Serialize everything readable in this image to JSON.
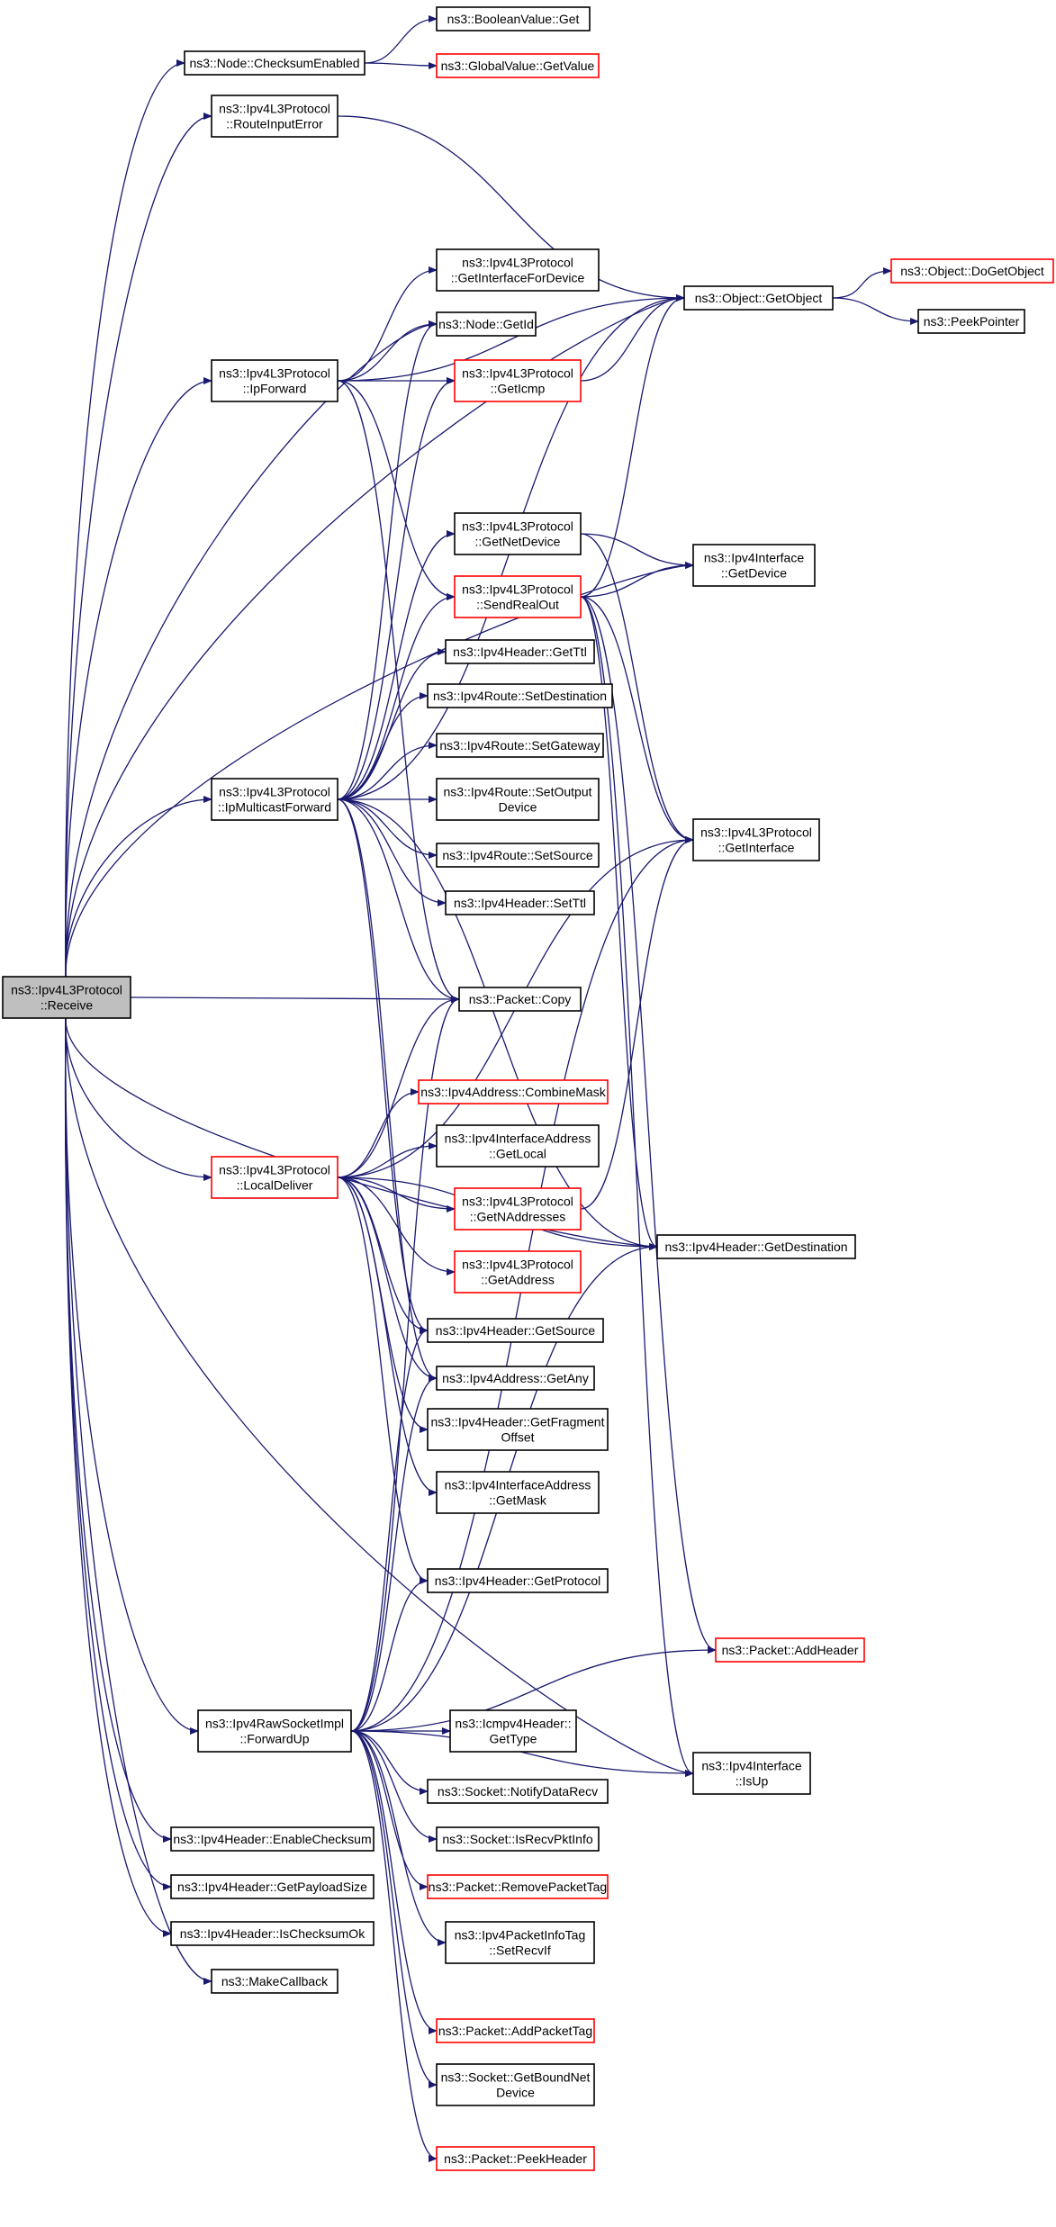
{
  "colors": {
    "edge": "#191970",
    "node_border": "#000000",
    "node_border_link": "#ff0000",
    "root_fill": "#bfbfbf",
    "node_fill": "#ffffff"
  },
  "nodes": [
    {
      "id": "receive",
      "lines": [
        "ns3::Ipv4L3Protocol",
        "::Receive"
      ],
      "kind": "root"
    },
    {
      "id": "checksum_enabled",
      "lines": [
        "ns3::Node::ChecksumEnabled"
      ],
      "kind": "normal"
    },
    {
      "id": "boolean_get",
      "lines": [
        "ns3::BooleanValue::Get"
      ],
      "kind": "normal"
    },
    {
      "id": "globalvalue_get",
      "lines": [
        "ns3::GlobalValue::GetValue"
      ],
      "kind": "linked"
    },
    {
      "id": "route_input_error",
      "lines": [
        "ns3::Ipv4L3Protocol",
        "::RouteInputError"
      ],
      "kind": "normal"
    },
    {
      "id": "get_iface_for_device",
      "lines": [
        "ns3::Ipv4L3Protocol",
        "::GetInterfaceForDevice"
      ],
      "kind": "normal"
    },
    {
      "id": "node_getid",
      "lines": [
        "ns3::Node::GetId"
      ],
      "kind": "normal"
    },
    {
      "id": "ipforward",
      "lines": [
        "ns3::Ipv4L3Protocol",
        "::IpForward"
      ],
      "kind": "normal"
    },
    {
      "id": "geticmp",
      "lines": [
        "ns3::Ipv4L3Protocol",
        "::GetIcmp"
      ],
      "kind": "linked"
    },
    {
      "id": "getobject",
      "lines": [
        "ns3::Object::GetObject"
      ],
      "kind": "normal"
    },
    {
      "id": "dogetobject",
      "lines": [
        "ns3::Object::DoGetObject"
      ],
      "kind": "linked"
    },
    {
      "id": "peekpointer",
      "lines": [
        "ns3::PeekPointer"
      ],
      "kind": "normal"
    },
    {
      "id": "getnetdevice",
      "lines": [
        "ns3::Ipv4L3Protocol",
        "::GetNetDevice"
      ],
      "kind": "normal"
    },
    {
      "id": "sendrealout",
      "lines": [
        "ns3::Ipv4L3Protocol",
        "::SendRealOut"
      ],
      "kind": "linked"
    },
    {
      "id": "iface_getdevice",
      "lines": [
        "ns3::Ipv4Interface",
        "::GetDevice"
      ],
      "kind": "normal"
    },
    {
      "id": "hdr_getttl",
      "lines": [
        "ns3::Ipv4Header::GetTtl"
      ],
      "kind": "normal"
    },
    {
      "id": "route_setdest",
      "lines": [
        "ns3::Ipv4Route::SetDestination"
      ],
      "kind": "normal"
    },
    {
      "id": "route_setgw",
      "lines": [
        "ns3::Ipv4Route::SetGateway"
      ],
      "kind": "normal"
    },
    {
      "id": "ipmulticast",
      "lines": [
        "ns3::Ipv4L3Protocol",
        "::IpMulticastForward"
      ],
      "kind": "normal"
    },
    {
      "id": "route_setoutdev",
      "lines": [
        "ns3::Ipv4Route::SetOutput",
        "Device"
      ],
      "kind": "normal"
    },
    {
      "id": "getinterface",
      "lines": [
        "ns3::Ipv4L3Protocol",
        "::GetInterface"
      ],
      "kind": "normal"
    },
    {
      "id": "route_setsource",
      "lines": [
        "ns3::Ipv4Route::SetSource"
      ],
      "kind": "normal"
    },
    {
      "id": "hdr_setttl",
      "lines": [
        "ns3::Ipv4Header::SetTtl"
      ],
      "kind": "normal"
    },
    {
      "id": "packet_copy",
      "lines": [
        "ns3::Packet::Copy"
      ],
      "kind": "normal"
    },
    {
      "id": "combinemask",
      "lines": [
        "ns3::Ipv4Address::CombineMask"
      ],
      "kind": "linked"
    },
    {
      "id": "localdeliver",
      "lines": [
        "ns3::Ipv4L3Protocol",
        "::LocalDeliver"
      ],
      "kind": "linked"
    },
    {
      "id": "ifaddr_getlocal",
      "lines": [
        "ns3::Ipv4InterfaceAddress",
        "::GetLocal"
      ],
      "kind": "normal"
    },
    {
      "id": "getnaddresses",
      "lines": [
        "ns3::Ipv4L3Protocol",
        "::GetNAddresses"
      ],
      "kind": "linked"
    },
    {
      "id": "hdr_getdest",
      "lines": [
        "ns3::Ipv4Header::GetDestination"
      ],
      "kind": "normal"
    },
    {
      "id": "getaddress",
      "lines": [
        "ns3::Ipv4L3Protocol",
        "::GetAddress"
      ],
      "kind": "linked"
    },
    {
      "id": "hdr_getsource",
      "lines": [
        "ns3::Ipv4Header::GetSource"
      ],
      "kind": "normal"
    },
    {
      "id": "addr_getany",
      "lines": [
        "ns3::Ipv4Address::GetAny"
      ],
      "kind": "normal"
    },
    {
      "id": "hdr_getfragoffset",
      "lines": [
        "ns3::Ipv4Header::GetFragment",
        "Offset"
      ],
      "kind": "normal"
    },
    {
      "id": "ifaddr_getmask",
      "lines": [
        "ns3::Ipv4InterfaceAddress",
        "::GetMask"
      ],
      "kind": "normal"
    },
    {
      "id": "hdr_getprotocol",
      "lines": [
        "ns3::Ipv4Header::GetProtocol"
      ],
      "kind": "normal"
    },
    {
      "id": "packet_addheader",
      "lines": [
        "ns3::Packet::AddHeader"
      ],
      "kind": "linked"
    },
    {
      "id": "rawsocket_forwardup",
      "lines": [
        "ns3::Ipv4RawSocketImpl",
        "::ForwardUp"
      ],
      "kind": "normal"
    },
    {
      "id": "icmp_gettype",
      "lines": [
        "ns3::Icmpv4Header::",
        "GetType"
      ],
      "kind": "normal"
    },
    {
      "id": "iface_isup",
      "lines": [
        "ns3::Ipv4Interface",
        "::IsUp"
      ],
      "kind": "normal"
    },
    {
      "id": "socket_notify",
      "lines": [
        "ns3::Socket::NotifyDataRecv"
      ],
      "kind": "normal"
    },
    {
      "id": "hdr_enablechecksum",
      "lines": [
        "ns3::Ipv4Header::EnableChecksum"
      ],
      "kind": "normal"
    },
    {
      "id": "socket_isrecvpktinfo",
      "lines": [
        "ns3::Socket::IsRecvPktInfo"
      ],
      "kind": "normal"
    },
    {
      "id": "hdr_getpayloadsize",
      "lines": [
        "ns3::Ipv4Header::GetPayloadSize"
      ],
      "kind": "normal"
    },
    {
      "id": "packet_removetag",
      "lines": [
        "ns3::Packet::RemovePacketTag"
      ],
      "kind": "linked"
    },
    {
      "id": "hdr_ischecksumok",
      "lines": [
        "ns3::Ipv4Header::IsChecksumOk"
      ],
      "kind": "normal"
    },
    {
      "id": "pktinfotag_setrecvif",
      "lines": [
        "ns3::Ipv4PacketInfoTag",
        "::SetRecvIf"
      ],
      "kind": "normal"
    },
    {
      "id": "makecallback",
      "lines": [
        "ns3::MakeCallback"
      ],
      "kind": "normal"
    },
    {
      "id": "packet_addtag",
      "lines": [
        "ns3::Packet::AddPacketTag"
      ],
      "kind": "linked"
    },
    {
      "id": "socket_getboundnet",
      "lines": [
        "ns3::Socket::GetBoundNet",
        "Device"
      ],
      "kind": "normal"
    },
    {
      "id": "packet_peekheader",
      "lines": [
        "ns3::Packet::PeekHeader"
      ],
      "kind": "linked"
    }
  ],
  "edges": [
    [
      "receive",
      "checksum_enabled"
    ],
    [
      "receive",
      "route_input_error"
    ],
    [
      "receive",
      "getobject"
    ],
    [
      "receive",
      "node_getid"
    ],
    [
      "receive",
      "ipforward"
    ],
    [
      "receive",
      "iface_getdevice"
    ],
    [
      "receive",
      "ipmulticast"
    ],
    [
      "receive",
      "packet_copy"
    ],
    [
      "receive",
      "localdeliver"
    ],
    [
      "receive",
      "rawsocket_forwardup"
    ],
    [
      "receive",
      "hdr_enablechecksum"
    ],
    [
      "receive",
      "hdr_getpayloadsize"
    ],
    [
      "receive",
      "hdr_ischecksumok"
    ],
    [
      "receive",
      "makecallback"
    ],
    [
      "receive",
      "hdr_getdest"
    ],
    [
      "receive",
      "iface_isup"
    ],
    [
      "checksum_enabled",
      "boolean_get"
    ],
    [
      "checksum_enabled",
      "globalvalue_get"
    ],
    [
      "route_input_error",
      "getobject"
    ],
    [
      "ipforward",
      "get_iface_for_device"
    ],
    [
      "ipforward",
      "node_getid"
    ],
    [
      "ipforward",
      "geticmp"
    ],
    [
      "ipforward",
      "getobject"
    ],
    [
      "ipforward",
      "sendrealout"
    ],
    [
      "ipforward",
      "packet_copy"
    ],
    [
      "geticmp",
      "getobject"
    ],
    [
      "getobject",
      "dogetobject"
    ],
    [
      "getobject",
      "peekpointer"
    ],
    [
      "getnetdevice",
      "iface_getdevice"
    ],
    [
      "getnetdevice",
      "getinterface"
    ],
    [
      "sendrealout",
      "getobject"
    ],
    [
      "sendrealout",
      "iface_getdevice"
    ],
    [
      "sendrealout",
      "getinterface"
    ],
    [
      "sendrealout",
      "hdr_getdest"
    ],
    [
      "sendrealout",
      "packet_addheader"
    ],
    [
      "sendrealout",
      "iface_isup"
    ],
    [
      "ipmulticast",
      "node_getid"
    ],
    [
      "ipmulticast",
      "geticmp"
    ],
    [
      "ipmulticast",
      "getobject"
    ],
    [
      "ipmulticast",
      "getnetdevice"
    ],
    [
      "ipmulticast",
      "sendrealout"
    ],
    [
      "ipmulticast",
      "hdr_getttl"
    ],
    [
      "ipmulticast",
      "route_setdest"
    ],
    [
      "ipmulticast",
      "route_setgw"
    ],
    [
      "ipmulticast",
      "route_setoutdev"
    ],
    [
      "ipmulticast",
      "route_setsource"
    ],
    [
      "ipmulticast",
      "hdr_setttl"
    ],
    [
      "ipmulticast",
      "packet_copy"
    ],
    [
      "ipmulticast",
      "hdr_getdest"
    ],
    [
      "ipmulticast",
      "hdr_getsource"
    ],
    [
      "ipmulticast",
      "addr_getany"
    ],
    [
      "localdeliver",
      "packet_copy"
    ],
    [
      "localdeliver",
      "getinterface"
    ],
    [
      "localdeliver",
      "combinemask"
    ],
    [
      "localdeliver",
      "ifaddr_getlocal"
    ],
    [
      "localdeliver",
      "getnaddresses"
    ],
    [
      "localdeliver",
      "getaddress"
    ],
    [
      "localdeliver",
      "hdr_getsource"
    ],
    [
      "localdeliver",
      "addr_getany"
    ],
    [
      "localdeliver",
      "hdr_getfragoffset"
    ],
    [
      "localdeliver",
      "ifaddr_getmask"
    ],
    [
      "localdeliver",
      "hdr_getdest"
    ],
    [
      "localdeliver",
      "hdr_getprotocol"
    ],
    [
      "getnaddresses",
      "getinterface"
    ],
    [
      "rawsocket_forwardup",
      "hdr_getsource"
    ],
    [
      "rawsocket_forwardup",
      "addr_getany"
    ],
    [
      "rawsocket_forwardup",
      "hdr_getprotocol"
    ],
    [
      "rawsocket_forwardup",
      "hdr_getdest"
    ],
    [
      "rawsocket_forwardup",
      "packet_copy"
    ],
    [
      "rawsocket_forwardup",
      "icmp_gettype"
    ],
    [
      "rawsocket_forwardup",
      "socket_notify"
    ],
    [
      "rawsocket_forwardup",
      "socket_isrecvpktinfo"
    ],
    [
      "rawsocket_forwardup",
      "packet_removetag"
    ],
    [
      "rawsocket_forwardup",
      "pktinfotag_setrecvif"
    ],
    [
      "rawsocket_forwardup",
      "packet_addtag"
    ],
    [
      "rawsocket_forwardup",
      "socket_getboundnet"
    ],
    [
      "rawsocket_forwardup",
      "packet_peekheader"
    ],
    [
      "rawsocket_forwardup",
      "packet_addheader"
    ],
    [
      "rawsocket_forwardup",
      "iface_isup"
    ],
    [
      "rawsocket_forwardup",
      "getinterface"
    ]
  ]
}
